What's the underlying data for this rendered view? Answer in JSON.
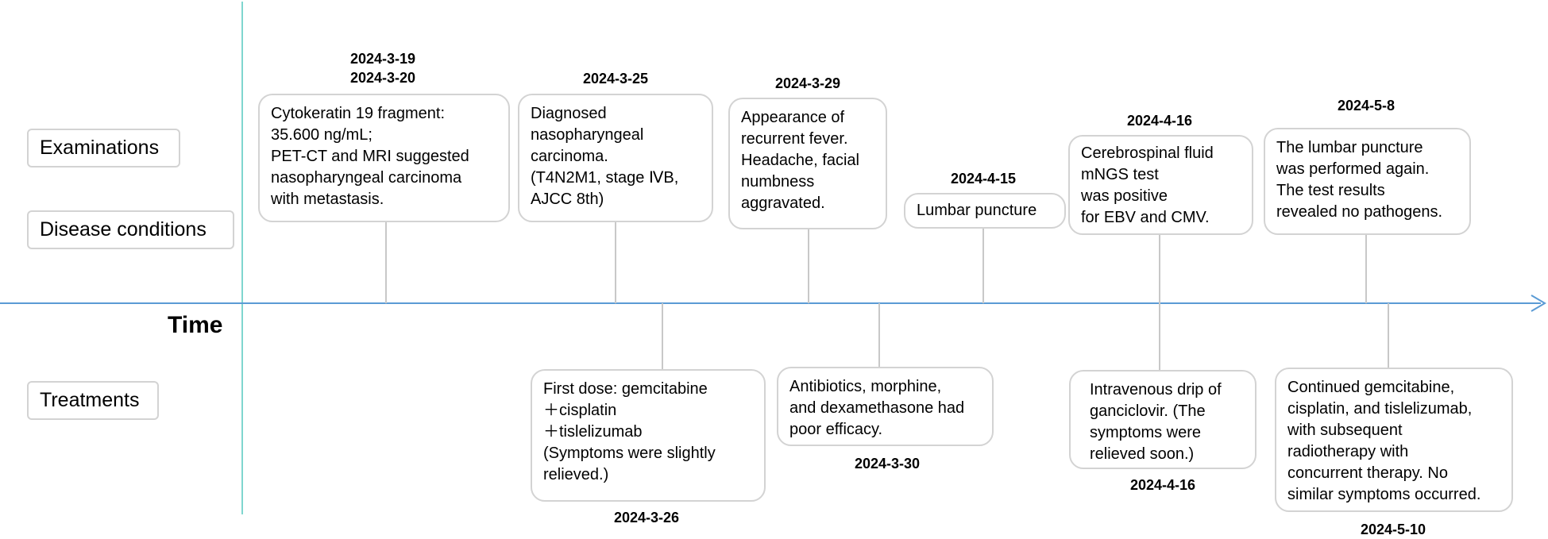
{
  "left_labels": {
    "examinations": "Examinations",
    "disease_conditions": "Disease conditions",
    "treatments": "Treatments"
  },
  "axis_label": "Time",
  "top_events": [
    {
      "date": "2024-3-19\n2024-3-20",
      "text": "Cytokeratin 19 fragment:\n35.600 ng/mL;\nPET-CT and MRI suggested\nnasopharyngeal carcinoma\nwith metastasis."
    },
    {
      "date": "2024-3-25",
      "text": "Diagnosed\nnasopharyngeal\ncarcinoma.\n(T4N2M1, stage ⅣB,\nAJCC 8th)"
    },
    {
      "date": "2024-3-29",
      "text": "Appearance of\nrecurrent fever.\nHeadache, facial\nnumbness\naggravated."
    },
    {
      "date": "2024-4-15",
      "text": "Lumbar puncture"
    },
    {
      "date": "2024-4-16",
      "text": "Cerebrospinal fluid\nmNGS test\nwas positive\nfor EBV and CMV."
    },
    {
      "date": "2024-5-8",
      "text": "The lumbar puncture\nwas performed again.\nThe test results\nrevealed no pathogens."
    }
  ],
  "bottom_events": [
    {
      "date": "2024-3-26",
      "text": "First dose: gemcitabine\n ＋cisplatin\n ＋tislelizumab\n(Symptoms were slightly\nrelieved.)"
    },
    {
      "date": "2024-3-30",
      "text": "Antibiotics, morphine,\nand dexamethasone had\npoor efficacy."
    },
    {
      "date": "2024-4-16",
      "text": "Intravenous drip of\nganciclovir. (The\nsymptoms were\nrelieved soon.)"
    },
    {
      "date": "2024-5-10",
      "text": "Continued gemcitabine,\ncisplatin, and tislelizumab,\nwith subsequent\nradiotherapy with\nconcurrent therapy. No\nsimilar symptoms occurred."
    }
  ],
  "colors": {
    "time_axis": "#5b9bd5",
    "vertical_divider": "#7fd6cf",
    "connector": "#c8c8c8",
    "box_border": "#d3d3d3"
  }
}
